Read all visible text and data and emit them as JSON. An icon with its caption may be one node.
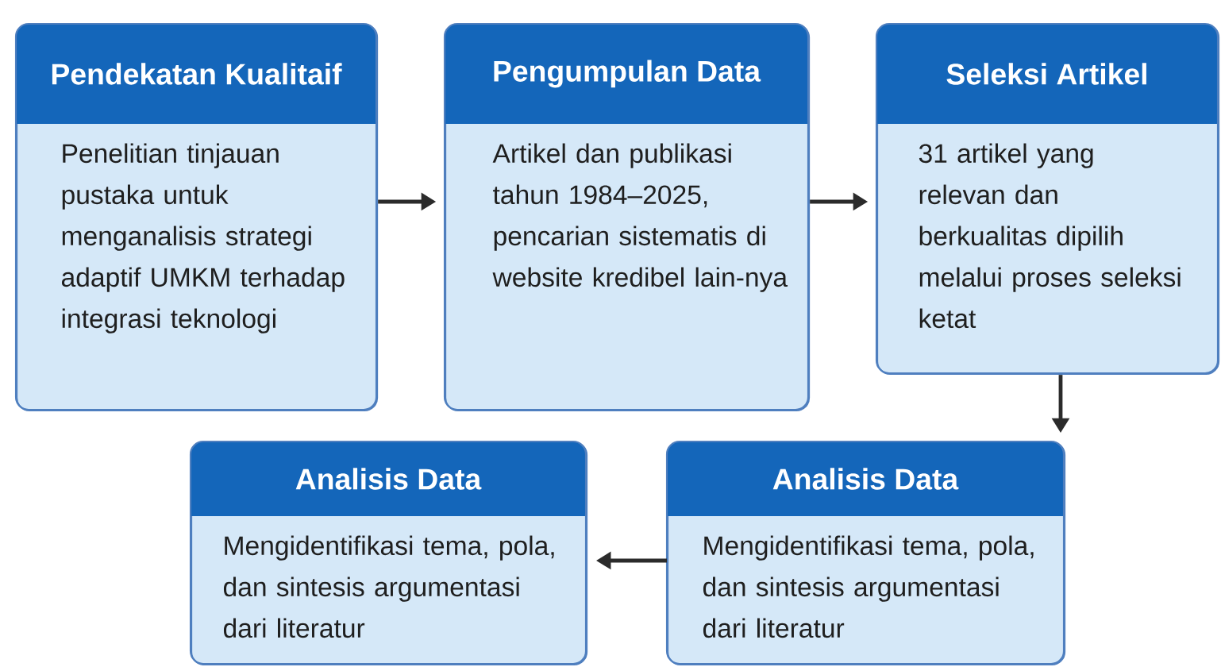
{
  "diagram": {
    "nodes": [
      {
        "text": [
          "Pendekatan Kualitaif",
          "Penelitian tinjauan pustaka untuk menganalisis strategi adaptif UMKM terhadap integrasi teknologi"
        ]
      },
      {
        "text": [
          "Pengumpulan Data",
          "Artikel dan publikasi tahun 1984–2025, pencarian sistematis di website kredibel lain-nya"
        ]
      },
      {
        "text": [
          "Seleksi Artikel",
          "31 artikel yang relevan dan berkualitas dipilih melalui proses seleksi ketat"
        ]
      },
      {
        "text": [
          "Analisis Data",
          "Mengidentifikasi tema, pola, dan sintesis argumentasi dari literatur"
        ]
      },
      {
        "text": [
          "Analisis Data",
          "Mengidentifikasi tema, pola, dan sintesis argumentasi dari literatur"
        ]
      }
    ],
    "edges": [
      {
        "from": 0,
        "to": 1,
        "arrow": "to"
      },
      {
        "from": 1,
        "to": 2,
        "arrow": "to"
      },
      {
        "from": 2,
        "to": 4,
        "arrow": "to"
      },
      {
        "from": 4,
        "to": 3,
        "arrow": "to"
      }
    ]
  }
}
